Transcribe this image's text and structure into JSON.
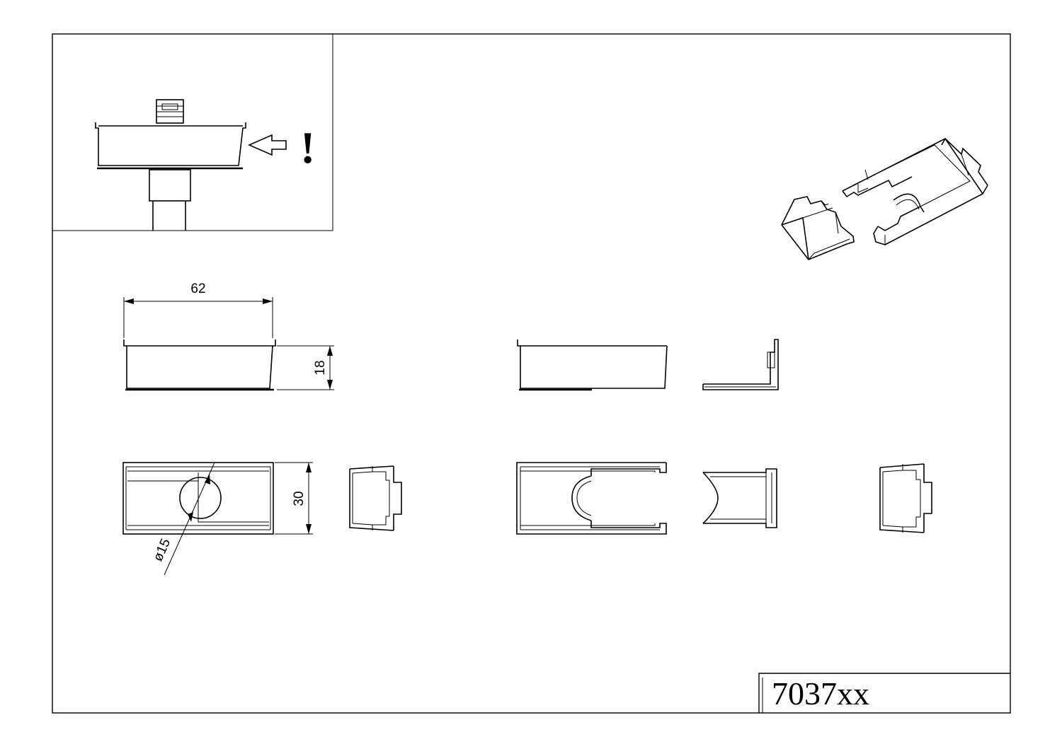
{
  "title_block": {
    "part_number": "7037xx"
  },
  "detail_view": {
    "warning_mark": "!",
    "icons": [
      "arrow-left-icon",
      "warning-icon"
    ]
  },
  "dimensions": {
    "width_label": "62",
    "height_label": "18",
    "depth_label": "30",
    "hole_label": "ø15"
  },
  "colors": {
    "line": "#000000",
    "background": "#ffffff"
  }
}
